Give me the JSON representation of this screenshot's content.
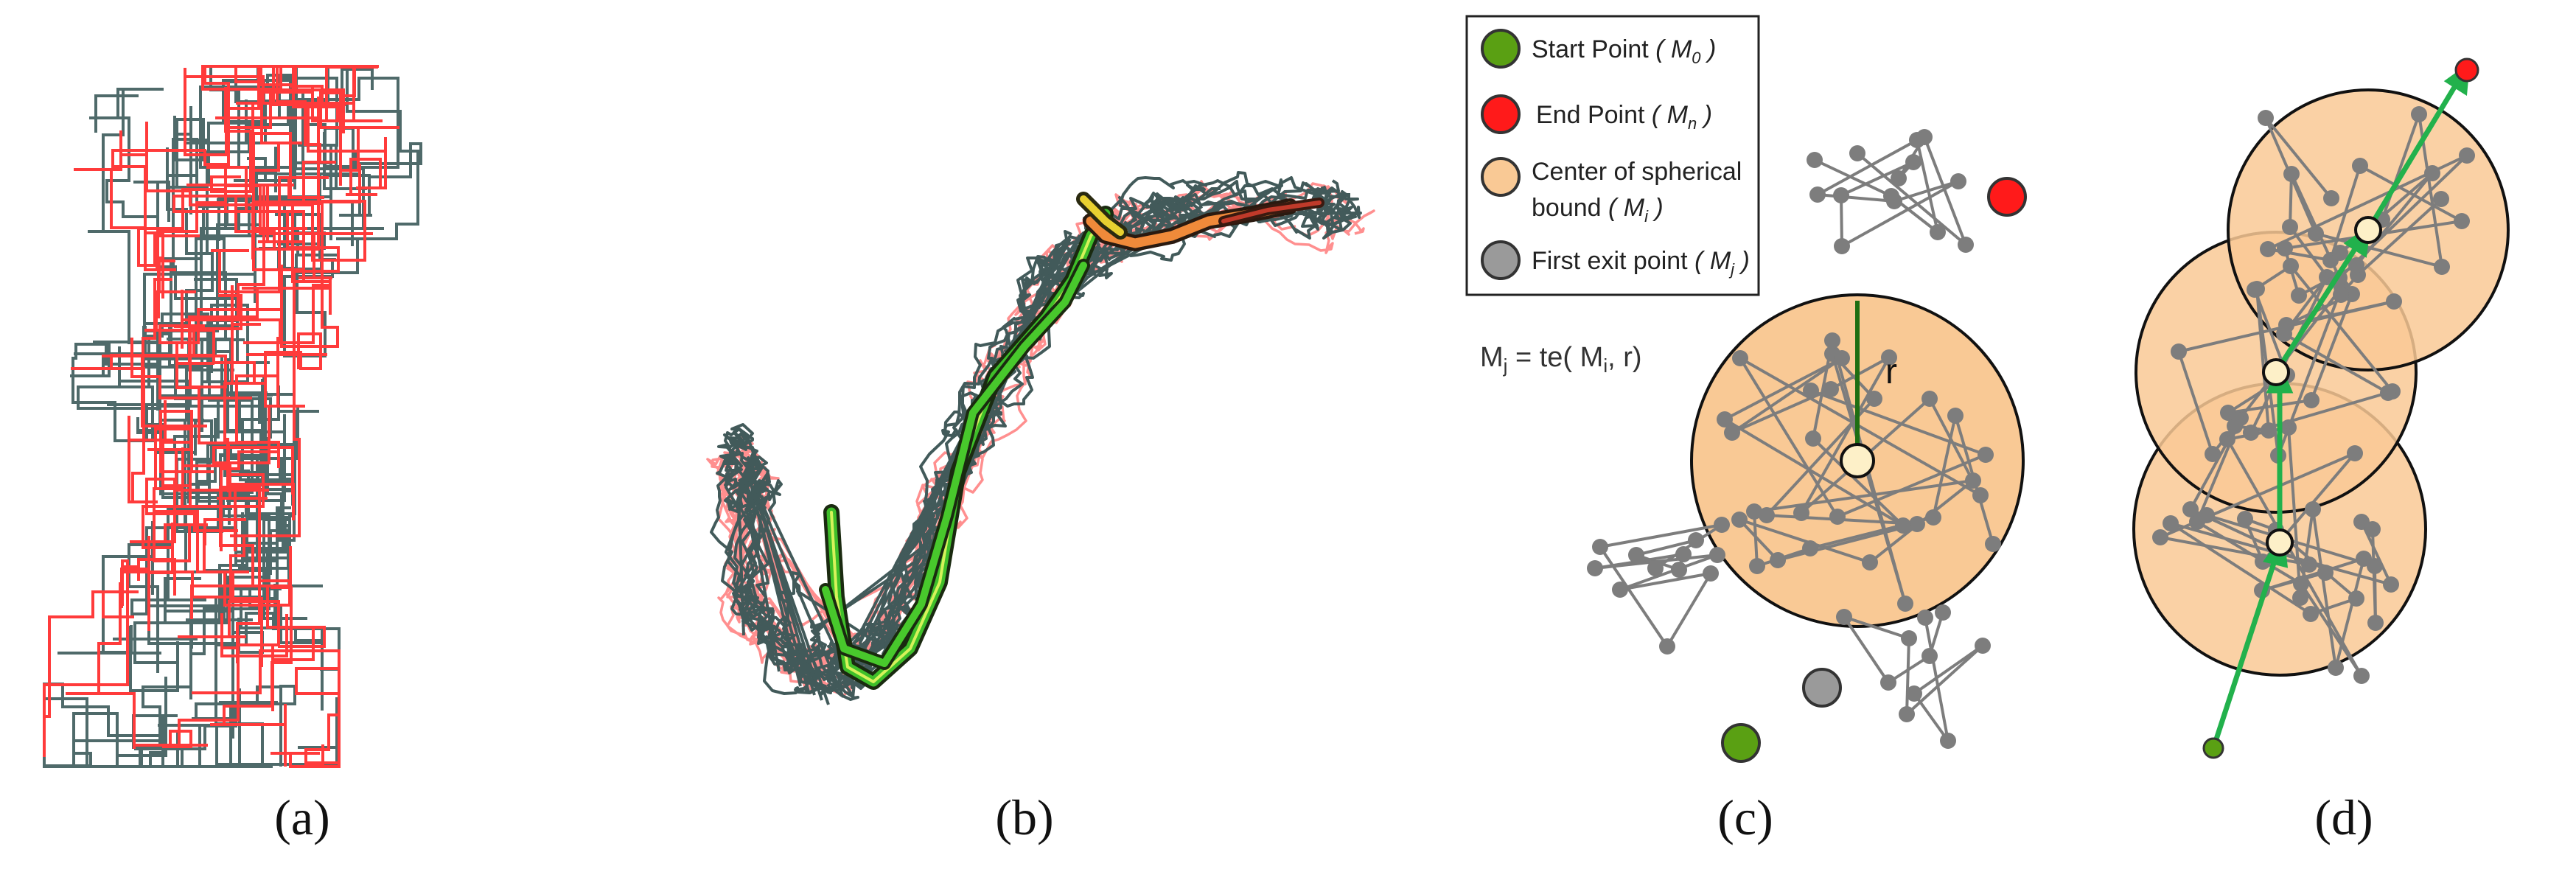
{
  "panels": {
    "a": {
      "caption": "(a)"
    },
    "b": {
      "caption": "(b)"
    },
    "c": {
      "caption": "(c)"
    },
    "d": {
      "caption": "(d)"
    }
  },
  "legend": {
    "start": {
      "label": "Start Point",
      "symbol": "( M",
      "sub": "0",
      "close": " )",
      "color": "#5aa013"
    },
    "end": {
      "label": "End Point",
      "symbol": "( M",
      "sub": "n",
      "close": " )",
      "color": "#ff1a1a"
    },
    "center_l1": {
      "label": "Center of spherical"
    },
    "center_l2": {
      "label": "bound",
      "symbol": "( M",
      "sub": "i",
      "close": " )",
      "color": "#f9c995"
    },
    "exit": {
      "label": "First exit point",
      "symbol": "( M",
      "sub": "j",
      "close": " )",
      "color": "#9a9a9a"
    }
  },
  "equation": {
    "lhs": "M",
    "lhs_sub": "j",
    "mid": " = te( M",
    "mid_sub": "i",
    "rhs": ", r)"
  },
  "radius_label": "r",
  "colors": {
    "walk_gray": "#4f6a6a",
    "walk_red": "#ff4a4a",
    "walk_pink": "#ff9a9a",
    "path_green": "#3fbf2a",
    "sphere_fill": "#f9c995",
    "node_gray": "#7d7d7d",
    "arrow_green": "#22b14c"
  }
}
